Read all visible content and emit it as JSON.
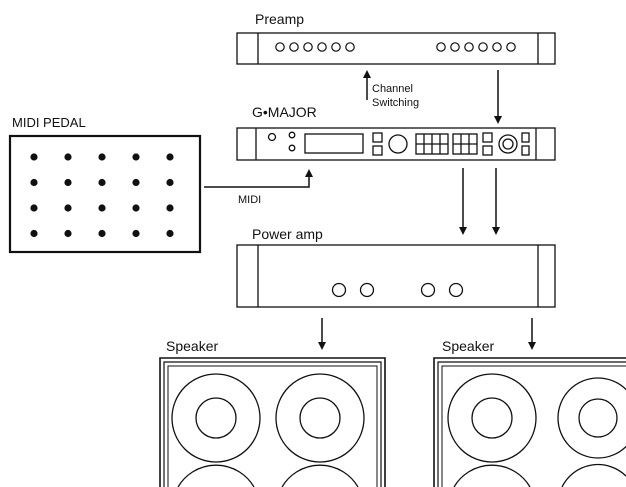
{
  "devices": {
    "preamp": {
      "label": "Preamp"
    },
    "gmajor": {
      "label": "G•MAJOR"
    },
    "midi_pedal": {
      "label": "MIDI PEDAL"
    },
    "power_amp": {
      "label": "Power amp"
    },
    "speaker_left": {
      "label": "Speaker"
    },
    "speaker_right": {
      "label": "Speaker"
    }
  },
  "connections": {
    "channel_switching": {
      "line1": "Channel",
      "line2": "Switching"
    },
    "midi": {
      "label": "MIDI"
    }
  },
  "colors": {
    "stroke": "#111111",
    "background": "#ffffff"
  }
}
